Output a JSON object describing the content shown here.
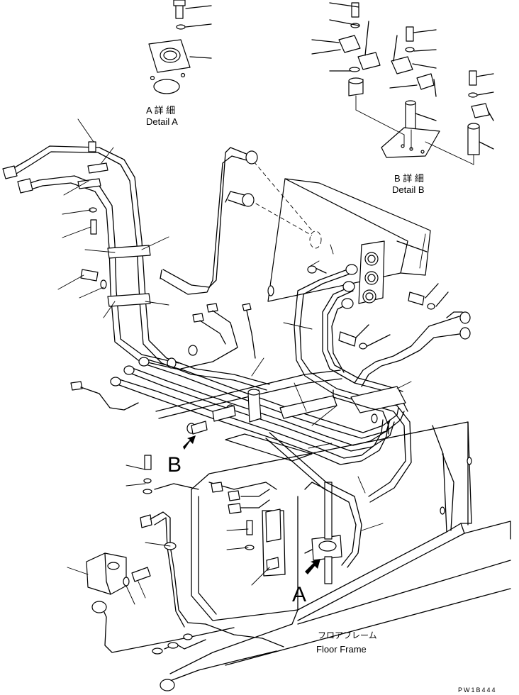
{
  "detail_a": {
    "jp": "A 詳 細",
    "en": "Detail A"
  },
  "detail_b": {
    "jp": "B 詳 細",
    "en": "Detail B"
  },
  "floor_frame": {
    "jp": "フロアフレーム",
    "en": "Floor Frame"
  },
  "view_arrow_a": "A",
  "view_arrow_b": "B",
  "drawing_code": "PW1B444"
}
